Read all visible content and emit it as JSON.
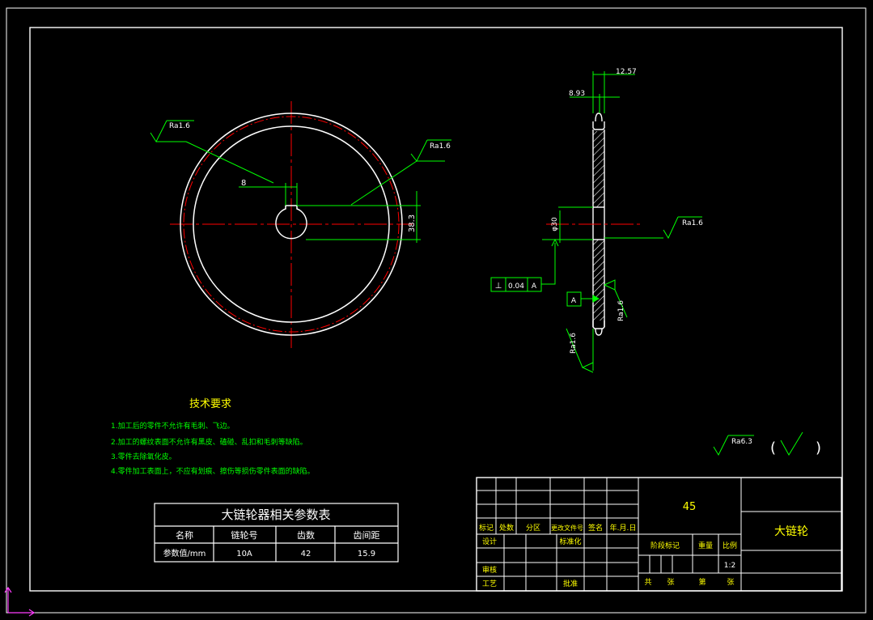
{
  "colors": {
    "background": "#000000",
    "outline": "#ffffff",
    "dimension": "#00ff00",
    "centerline": "#ff0000",
    "text_green": "#00ff00",
    "text_yellow": "#ffff00",
    "text_white": "#ffffff"
  },
  "front_view": {
    "surface_finish_left": "Ra1.6",
    "surface_finish_right": "Ra1.6",
    "keyway_width": "8",
    "keyway_depth": "38.3"
  },
  "side_view": {
    "width_total": "12.57",
    "width_tooth": "8.93",
    "bore_dia": "φ30",
    "surface_finish_bore": "Ra1.6",
    "surface_finish_face_right": "Ra1.6",
    "surface_finish_face_left": "Ra1.6",
    "tolerance_symbol": "⊥",
    "tolerance_value": "0.04",
    "tolerance_datum": "A",
    "datum_label": "A"
  },
  "tech_requirements": {
    "title": "技术要求",
    "items": [
      "1.加工后的零件不允许有毛刺、飞边。",
      "2.加工的螺纹表面不允许有黑皮、磕碰、乱扣和毛刺等缺陷。",
      "3.零件去除氧化皮。",
      "4.零件加工表面上，不应有划痕、擦伤等损伤零件表面的缺陷。"
    ]
  },
  "general_finish": {
    "label": "Ra6.3",
    "open": "(",
    "close": ")"
  },
  "param_table": {
    "title": "大链轮器相关参数表",
    "headers": [
      "名称",
      "链轮号",
      "齿数",
      "齿间距"
    ],
    "row_label": "参数值/mm",
    "values": [
      "10A",
      "42",
      "15.9"
    ]
  },
  "title_block": {
    "material": "45",
    "part_name": "大链轮",
    "rev_headers": [
      "标记",
      "处数",
      "分区",
      "更改文件号",
      "签名",
      "年.月.日"
    ],
    "design": "设计",
    "standardize": "标准化",
    "review": "审核",
    "process": "工艺",
    "approve": "批准",
    "stage_mark": "阶段标记",
    "weight": "重量",
    "scale": "比例",
    "scale_value": "1:2",
    "sheets_total": "共",
    "sheets_unit1": "张",
    "sheet_no": "第",
    "sheets_unit2": "张"
  }
}
